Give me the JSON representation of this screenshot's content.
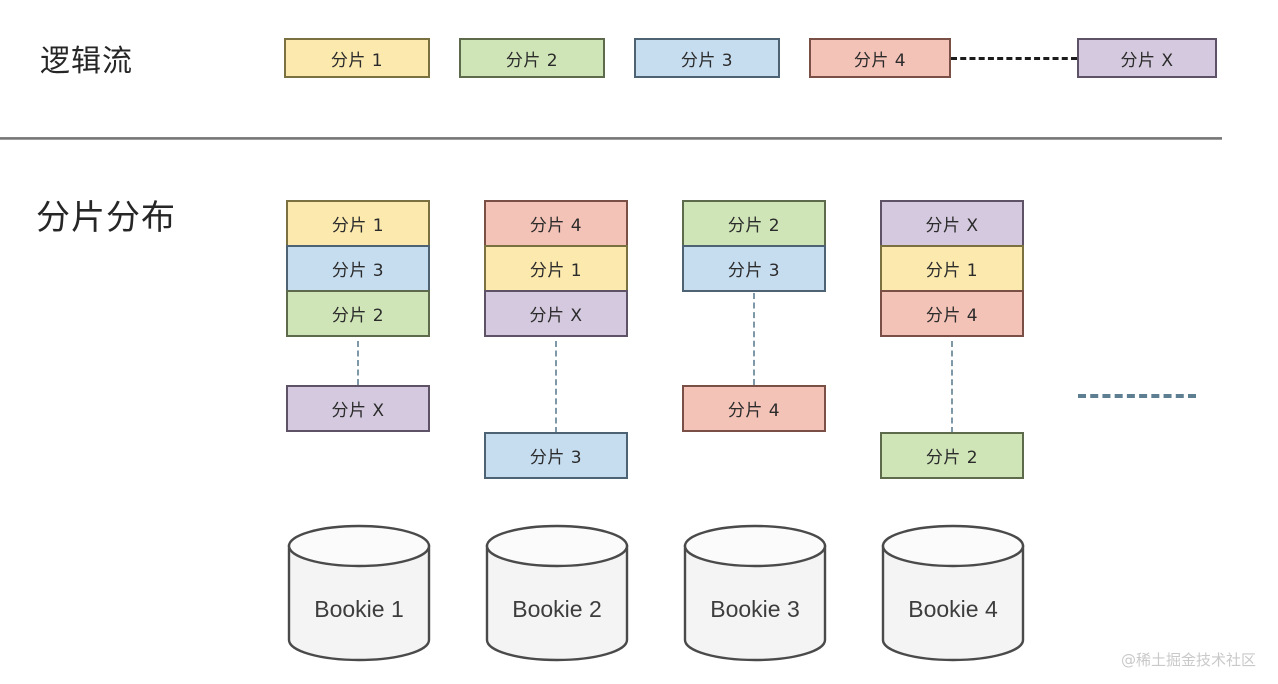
{
  "sections": {
    "logical_flow": {
      "title": "逻辑流",
      "shards": [
        {
          "label": "分片 1",
          "color": "#FBE9AE"
        },
        {
          "label": "分片 2",
          "color": "#CFE5B7"
        },
        {
          "label": "分片 3",
          "color": "#C6DCEF"
        },
        {
          "label": "分片 4",
          "color": "#F4C3B8"
        },
        {
          "label": "分片 X",
          "color": "#D4C9DE"
        }
      ],
      "connector": "dashed-black-horizontal"
    },
    "shard_distribution": {
      "title": "分片分布",
      "columns": [
        {
          "bookie": "Bookie 1",
          "stack": [
            {
              "label": "分片 1",
              "color": "#FBE9AE"
            },
            {
              "label": "分片 3",
              "color": "#C6DCEF"
            },
            {
              "label": "分片 2",
              "color": "#CFE5B7"
            }
          ],
          "detached": [
            {
              "label": "分片 X",
              "color": "#D4C9DE"
            }
          ]
        },
        {
          "bookie": "Bookie 2",
          "stack": [
            {
              "label": "分片 4",
              "color": "#F4C3B8"
            },
            {
              "label": "分片 1",
              "color": "#FBE9AE"
            },
            {
              "label": "分片 X",
              "color": "#D4C9DE"
            }
          ],
          "detached": [
            {
              "label": "分片 3",
              "color": "#C6DCEF"
            }
          ]
        },
        {
          "bookie": "Bookie 3",
          "stack": [
            {
              "label": "分片 2",
              "color": "#CFE5B7"
            },
            {
              "label": "分片 3",
              "color": "#C6DCEF"
            }
          ],
          "detached": [
            {
              "label": "分片 4",
              "color": "#F4C3B8"
            }
          ]
        },
        {
          "bookie": "Bookie 4",
          "stack": [
            {
              "label": "分片 X",
              "color": "#D4C9DE"
            },
            {
              "label": "分片 1",
              "color": "#FBE9AE"
            },
            {
              "label": "分片 4",
              "color": "#F4C3B8"
            }
          ],
          "detached": [
            {
              "label": "分片 2",
              "color": "#CFE5B7"
            }
          ]
        }
      ],
      "continuation": "dashed-blue-horizontal"
    }
  },
  "watermark": "@稀土掘金技术社区",
  "colors": {
    "yellow": "#FBE9AE",
    "green": "#CFE5B7",
    "blue": "#C6DCEF",
    "salmon": "#F4C3B8",
    "purple": "#D4C9DE",
    "divider": "#6e6e6e",
    "dash_blue": "#5e7f92",
    "dash_black": "#1c1c1c"
  }
}
